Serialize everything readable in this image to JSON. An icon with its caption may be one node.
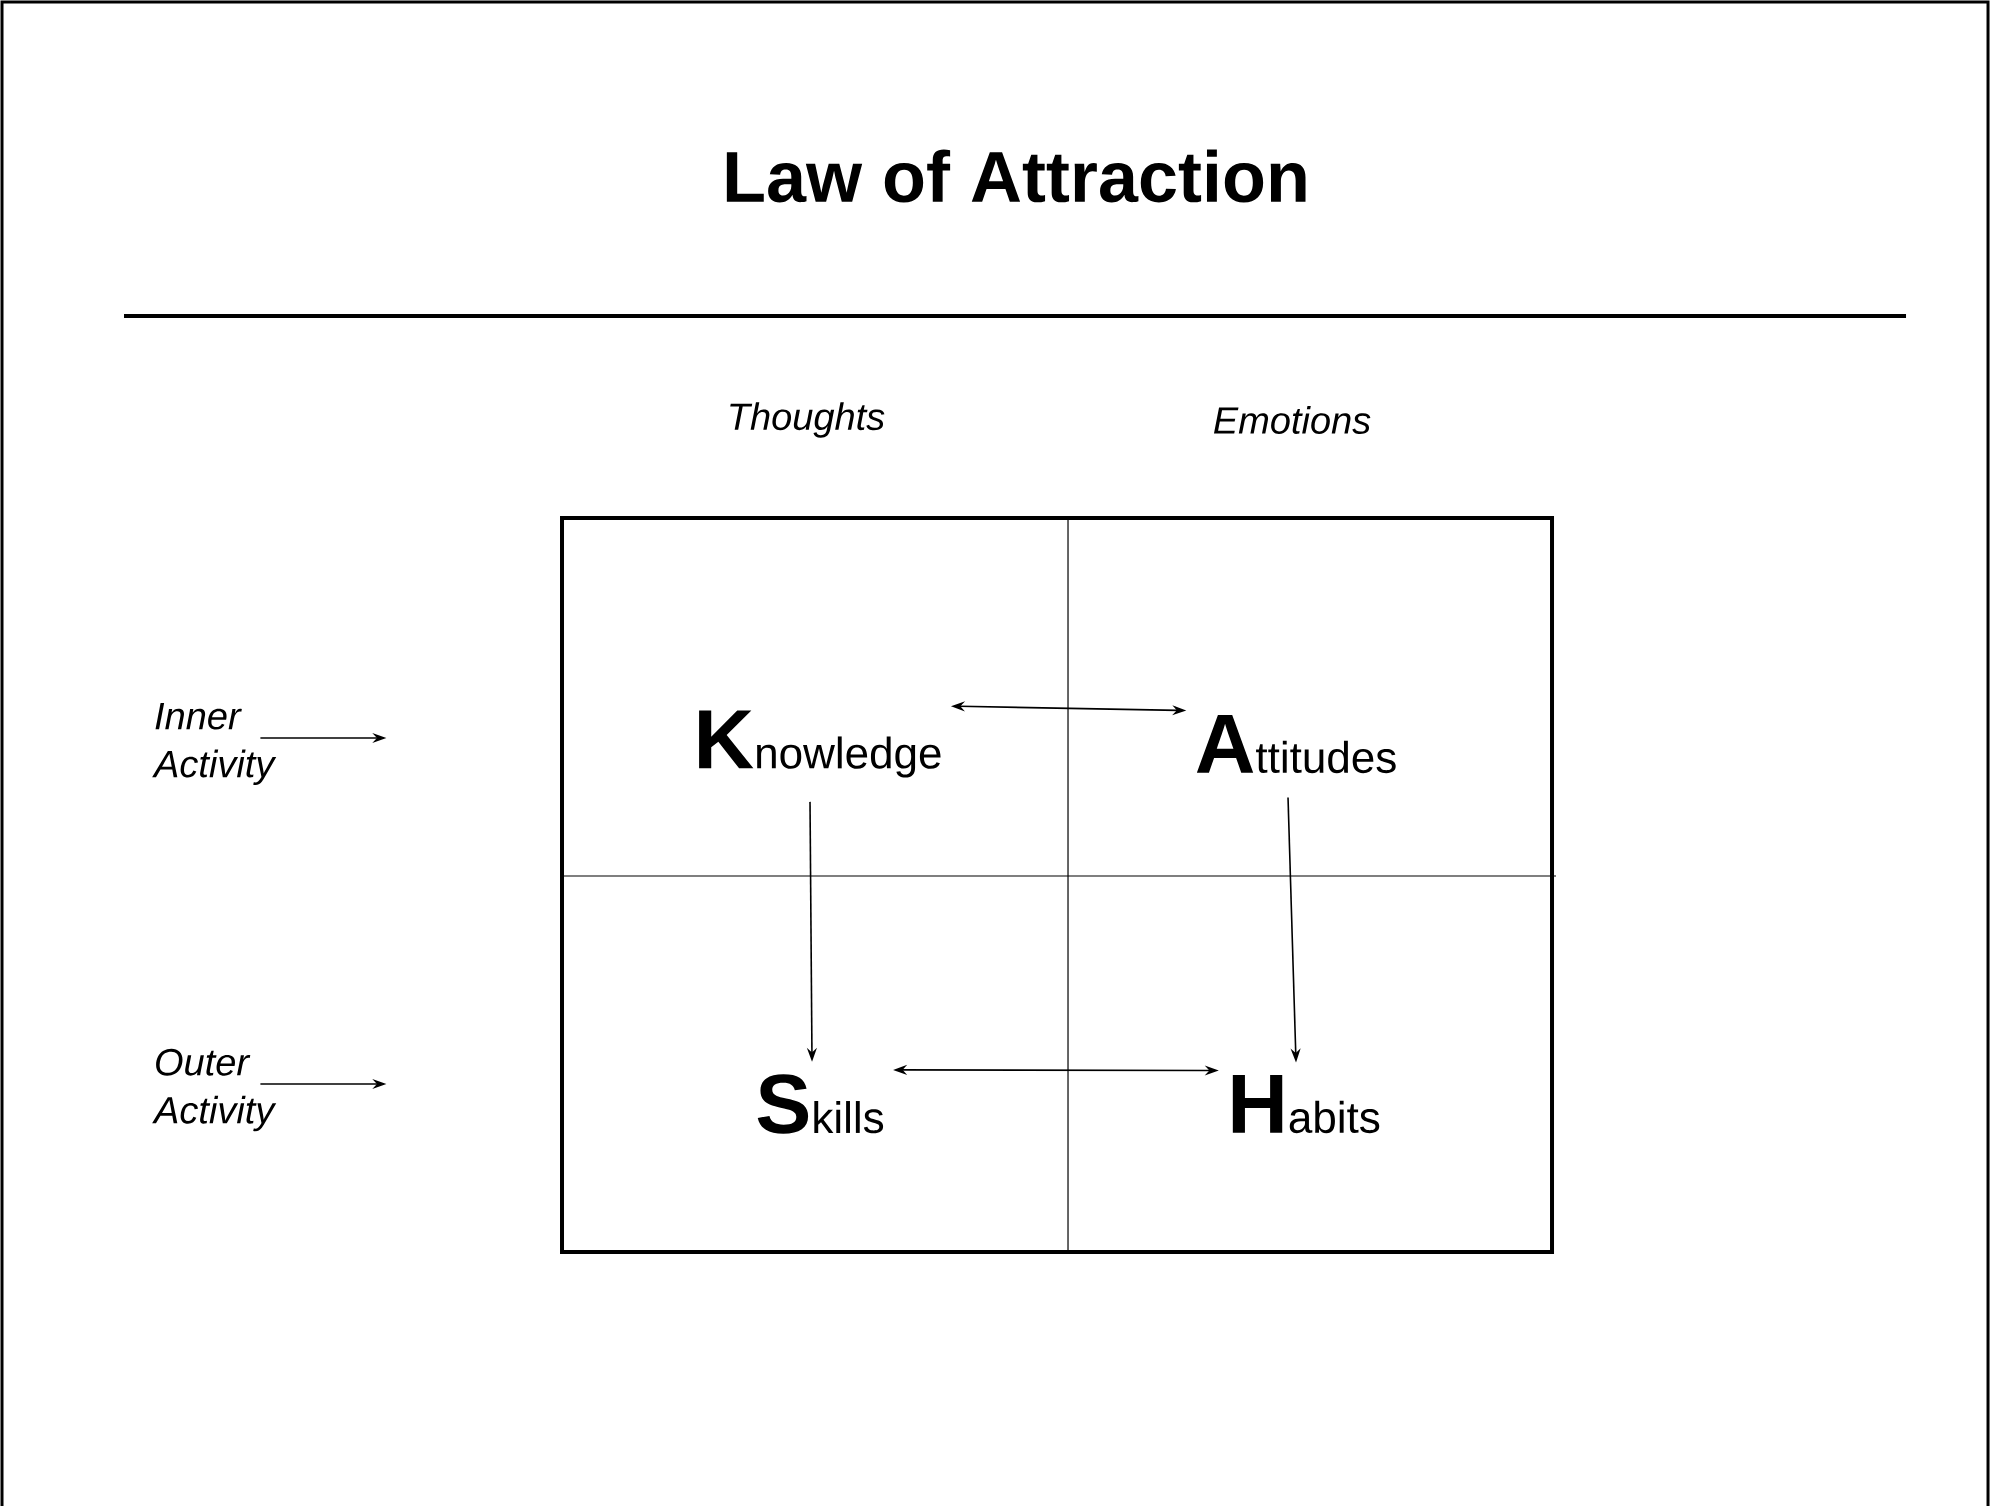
{
  "diagram": {
    "title": "Law of Attraction",
    "nodes": [
      {
        "text": [
          "**K**nowledge"
        ]
      },
      {
        "text": [
          "**A**ttitudes"
        ]
      },
      {
        "text": [
          "**S**kills"
        ]
      },
      {
        "text": [
          "**H**abits"
        ]
      },
      {
        "text": [
          "Inner Activity"
        ]
      },
      {
        "text": [
          "Outer Activity"
        ]
      }
    ],
    "edges": [
      {
        "from": 0,
        "to": 1,
        "arrow": "both"
      },
      {
        "from": 0,
        "to": 2,
        "arrow": "to"
      },
      {
        "from": 1,
        "to": 3,
        "arrow": "to"
      },
      {
        "from": 2,
        "to": 3,
        "arrow": "both"
      },
      {
        "from": 4,
        "to": null,
        "arrow": "to"
      },
      {
        "from": 5,
        "to": null,
        "arrow": "to"
      }
    ],
    "labels": [
      "Thoughts",
      "Emotions"
    ]
  }
}
